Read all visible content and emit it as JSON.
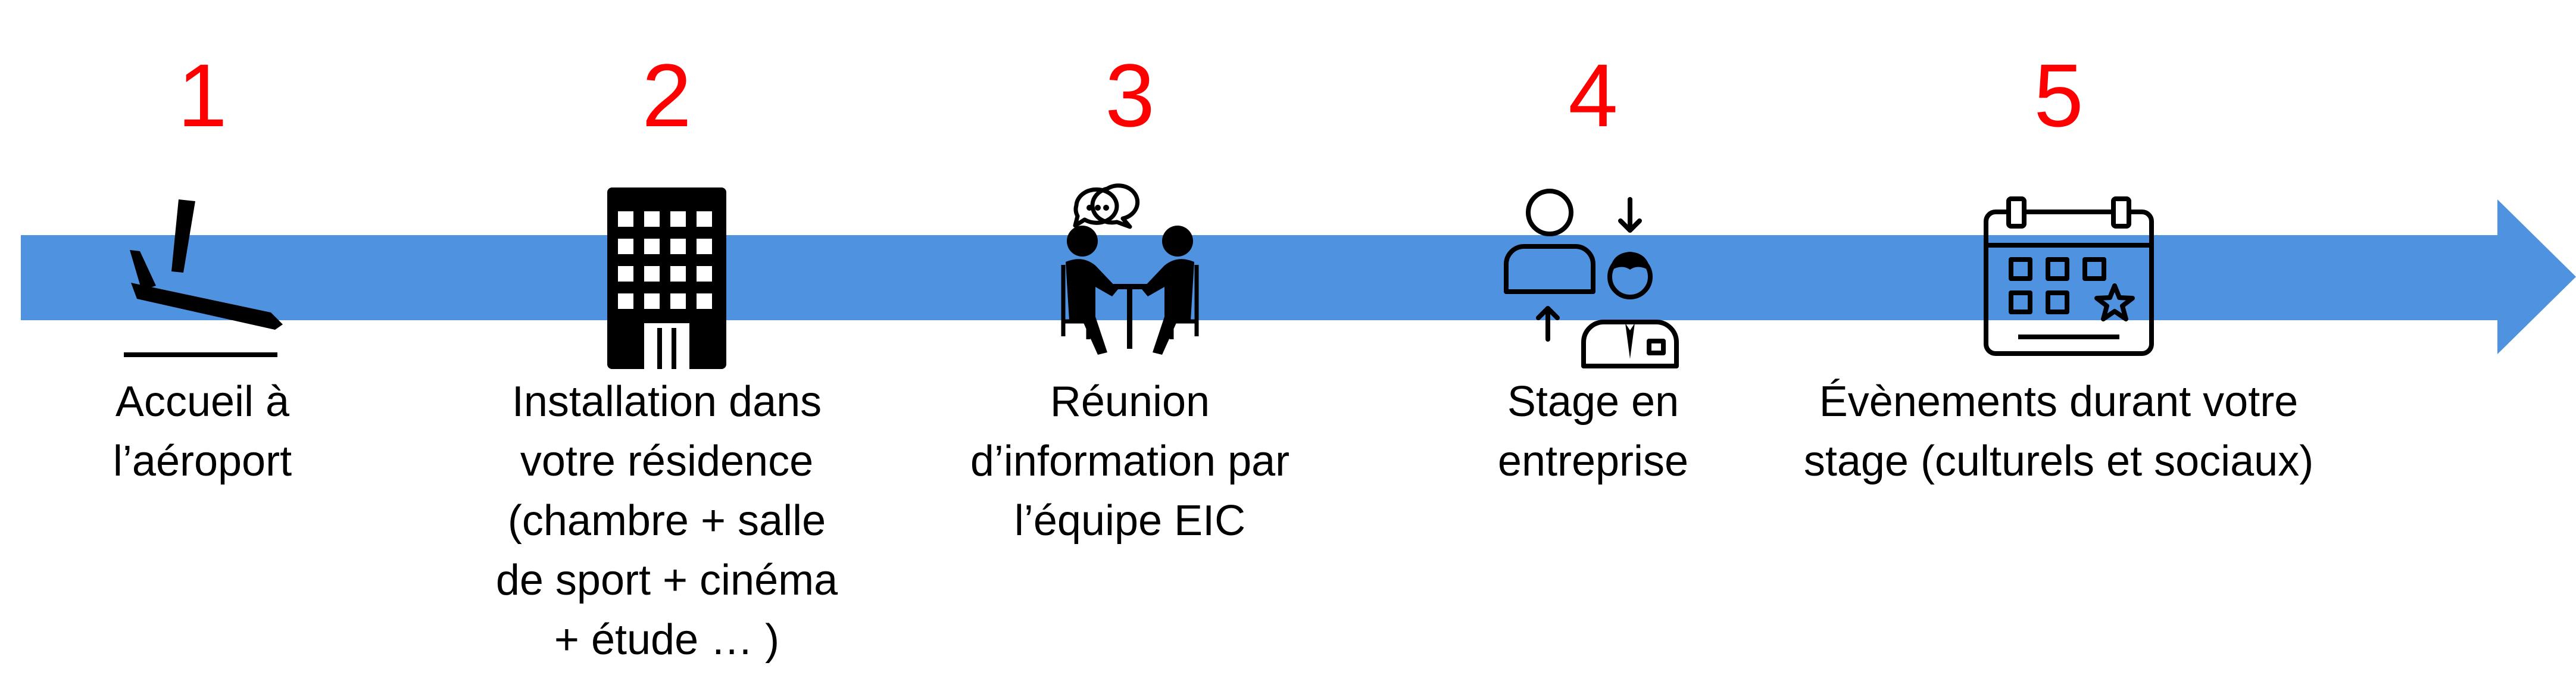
{
  "colors": {
    "arrow": "#4f92e0",
    "numbers": "#ff0000",
    "icons": "#000000",
    "text": "#000000"
  },
  "steps": [
    {
      "number": "1",
      "icon": "airplane-landing-icon",
      "label": [
        "Accueil à",
        "l’aéroport"
      ]
    },
    {
      "number": "2",
      "icon": "building-icon",
      "label": [
        "Installation dans",
        "votre résidence",
        "(chambre + salle",
        "de sport + cinéma",
        "+ étude … )"
      ]
    },
    {
      "number": "3",
      "icon": "meeting-icon",
      "label": [
        "Réunion",
        "d’information par",
        "l’équipe EIC"
      ]
    },
    {
      "number": "4",
      "icon": "intern-icon",
      "label": [
        "Stage en",
        "entreprise"
      ]
    },
    {
      "number": "5",
      "icon": "calendar-event-icon",
      "label": [
        "Évènements durant votre",
        "stage (culturels et sociaux)"
      ]
    }
  ]
}
